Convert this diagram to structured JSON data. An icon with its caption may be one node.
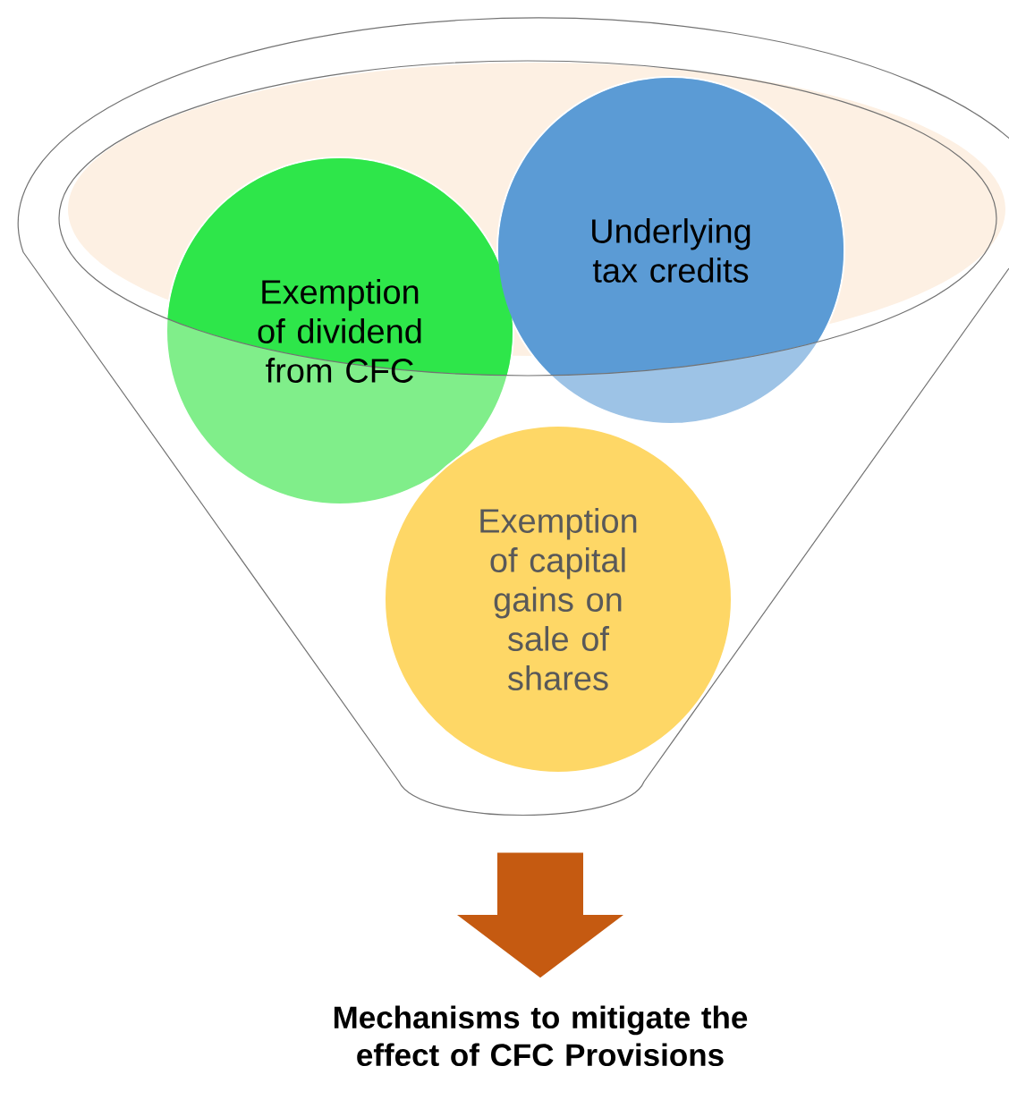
{
  "diagram": {
    "nodes": [
      {
        "text": [],
        "shape": "funnel"
      },
      {
        "text": [
          "Exemption of dividend from CFC"
        ],
        "in": 0
      },
      {
        "text": [
          "Underlying tax credits"
        ],
        "in": 0
      },
      {
        "text": [
          "Exemption of capital gains on sale of shares"
        ],
        "in": 0
      },
      {
        "text": [
          "Mechanisms to mitigate the effect of CFC Provisions"
        ]
      }
    ],
    "edges": [
      {
        "from": 0,
        "to": 4,
        "arrow": "to",
        "style": "thick"
      }
    ]
  }
}
